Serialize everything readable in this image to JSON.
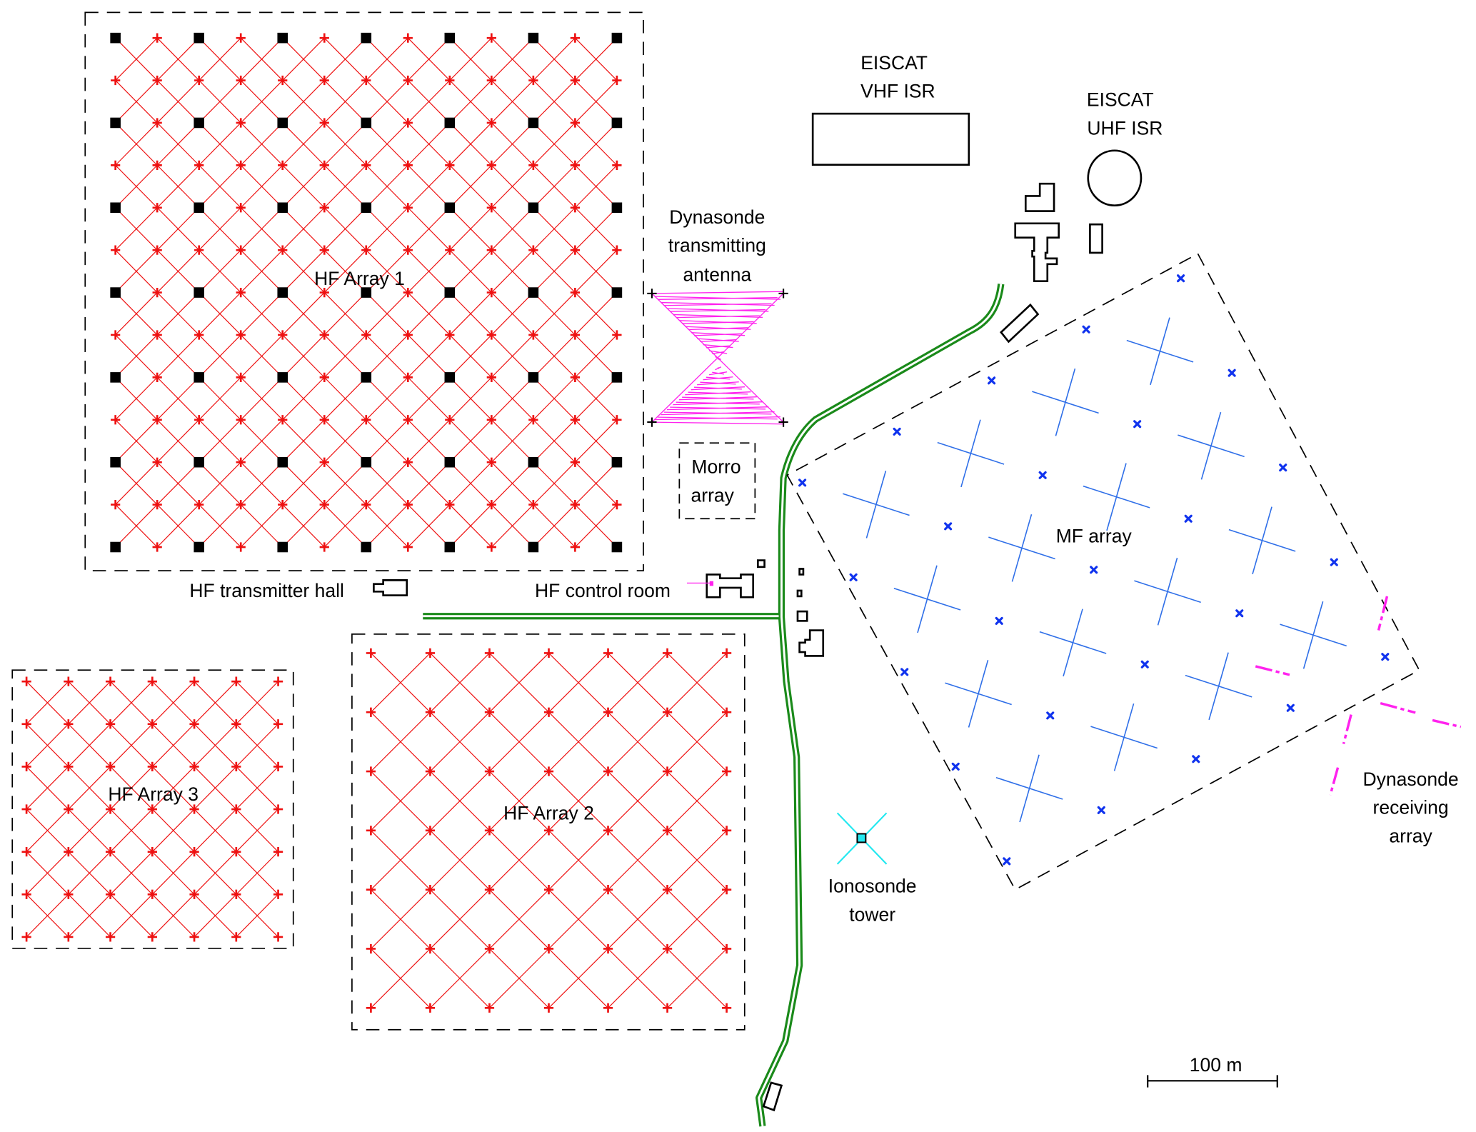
{
  "colors": {
    "hf_antenna": "#ee1111",
    "hf_module": "#000000",
    "road": "#1a8a1a",
    "mf_dipole": "#2f6fe8",
    "mf_marker": "#1033ee",
    "dynasonde": "#ff22ee",
    "ionosonde": "#22e8f0"
  },
  "labels": {
    "hf_array_1": "HF Array 1",
    "hf_array_2": "HF Array 2",
    "hf_array_3": "HF Array 3",
    "eiscat_vhf_line1": "EISCAT",
    "eiscat_vhf_line2": "VHF ISR",
    "eiscat_uhf_line1": "EISCAT",
    "eiscat_uhf_line2": "UHF ISR",
    "dyn_tx_line1": "Dynasonde",
    "dyn_tx_line2": "transmitting",
    "dyn_tx_line3": "antenna",
    "morro_line1": "Morro",
    "morro_line2": "array",
    "hf_transmitter_hall": "HF transmitter hall",
    "hf_control_room": "HF control room",
    "mf_array": "MF array",
    "ionosonde_line1": "Ionosonde",
    "ionosonde_line2": "tower",
    "dyn_rx_line1": "Dynasonde",
    "dyn_rx_line2": "receiving",
    "dyn_rx_line3": "array",
    "scale_bar": "100 m"
  },
  "arrays": {
    "hf_array_1": {
      "rows": 13,
      "cols": 13,
      "module_every": 2
    },
    "hf_array_2": {
      "rows": 7,
      "cols": 7
    },
    "hf_array_3": {
      "rows": 7,
      "cols": 7
    },
    "mf_array": {
      "dipole_rows": 4,
      "dipole_cols": 4,
      "marker_rows": 5,
      "marker_cols": 5
    }
  },
  "scale": {
    "length_m": 100
  }
}
